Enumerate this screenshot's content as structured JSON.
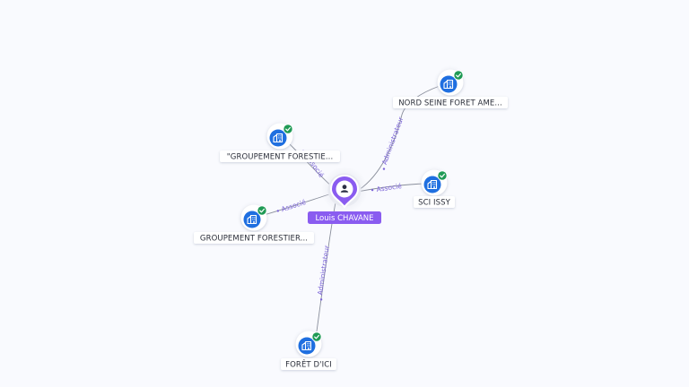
{
  "colors": {
    "background": "#f9fafe",
    "edge": "#8a8f9c",
    "edge_label": "#7b63d8",
    "center_pin": "#8a5cf0",
    "company_icon": "#1f6fe0",
    "verified_badge": "#1f9a55",
    "label_bg": "#ffffff"
  },
  "center": {
    "name": "Louis CHAVANE",
    "icon": "person-icon"
  },
  "companies": [
    {
      "id": "nord-seine",
      "name": "NORD SEINE FORET AME...",
      "icon": "building-icon",
      "verified": true
    },
    {
      "id": "groupement-quoted",
      "name": "\"GROUPEMENT FORESTIE...",
      "icon": "building-icon",
      "verified": true
    },
    {
      "id": "sci-issy",
      "name": "SCI ISSY",
      "icon": "building-icon",
      "verified": true
    },
    {
      "id": "groupement",
      "name": "GROUPEMENT FORESTIER...",
      "icon": "building-icon",
      "verified": true
    },
    {
      "id": "foret-dici",
      "name": "FORÊT D'ICI",
      "icon": "building-icon",
      "verified": true
    }
  ],
  "relations": [
    {
      "to": "nord-seine",
      "label": "Administrateur"
    },
    {
      "to": "groupement-quoted",
      "label": "Associé"
    },
    {
      "to": "sci-issy",
      "label": "Associé"
    },
    {
      "to": "groupement",
      "label": "Associé"
    },
    {
      "to": "foret-dici",
      "label": "Administrateur"
    }
  ]
}
